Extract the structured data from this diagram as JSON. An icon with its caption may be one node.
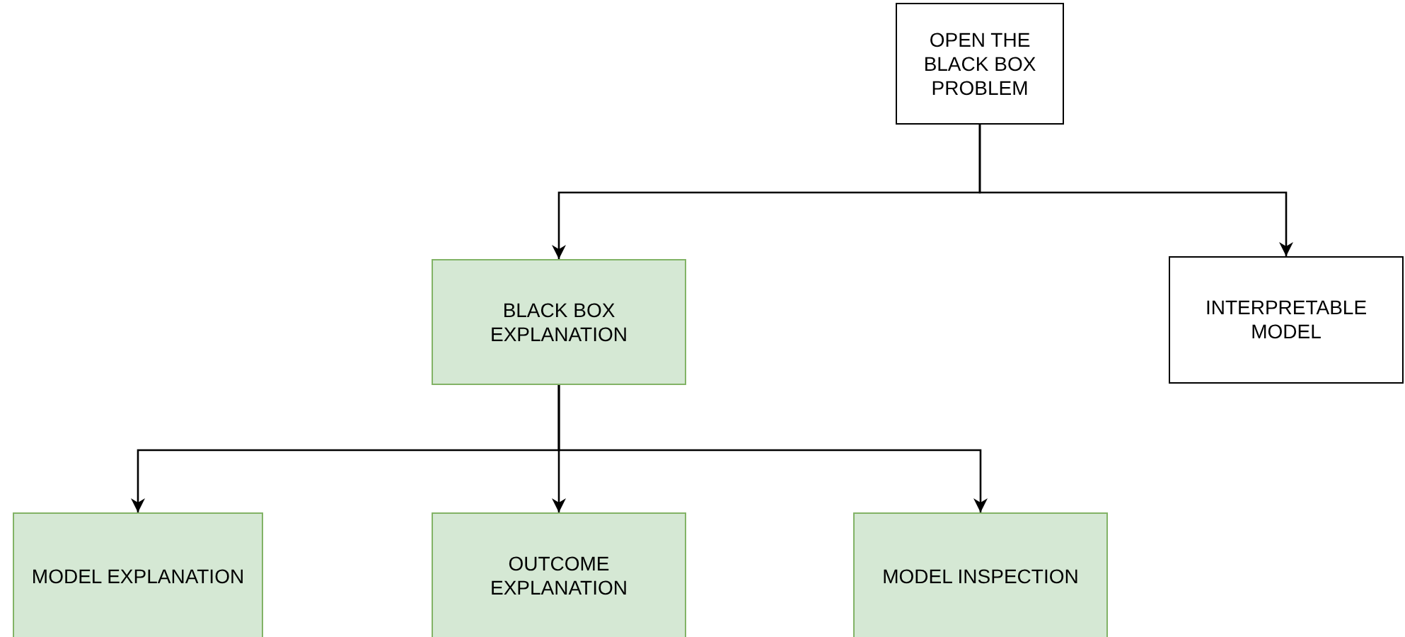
{
  "diagram": {
    "nodes": [
      {
        "text": [
          "OPEN THE BLACK BOX PROBLEM"
        ]
      },
      {
        "text": [
          "BLACK BOX EXPLANATION"
        ]
      },
      {
        "text": [
          "INTERPRETABLE MODEL"
        ]
      },
      {
        "text": [
          "MODEL EXPLANATION"
        ]
      },
      {
        "text": [
          "OUTCOME EXPLANATION"
        ]
      },
      {
        "text": [
          "MODEL INSPECTION"
        ]
      }
    ],
    "edges": [
      {
        "from": 0,
        "to": 1,
        "arrow": "to"
      },
      {
        "from": 0,
        "to": 2,
        "arrow": "to"
      },
      {
        "from": 1,
        "to": 3,
        "arrow": "to"
      },
      {
        "from": 1,
        "to": 4,
        "arrow": "to"
      },
      {
        "from": 1,
        "to": 5,
        "arrow": "to"
      }
    ]
  }
}
